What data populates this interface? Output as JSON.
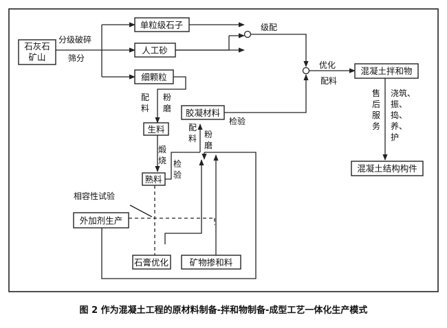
{
  "nodes": {
    "limestone_mine": [
      "石灰石",
      "矿山"
    ],
    "single_grain_stone": "单粒级石子",
    "artificial_sand": "人工砂",
    "fine_particles": "细颗粒",
    "cementitious_material": "胶凝材料",
    "concrete_mixture": "混凝土拌和物",
    "raw_meal": "生料",
    "clinker": "熟料",
    "admixture_production": "外加剂生产",
    "gypsum_optimization": "石膏优化",
    "mineral_admixture": "矿物掺和料",
    "concrete_member": "混凝土结构构件"
  },
  "labels": {
    "crushing_grading": "分级破碎",
    "screening": "筛分",
    "gradation": "级配",
    "optimization": "优化",
    "proportioning": "配料",
    "batching_1": [
      "配",
      "料"
    ],
    "grinding_1": [
      "粉",
      "磨"
    ],
    "calcining": [
      "煅",
      "烧"
    ],
    "testing_1": [
      "检",
      "验"
    ],
    "batching_2": [
      "配",
      "料"
    ],
    "grinding_2": [
      "粉",
      "磨"
    ],
    "testing_2": "检验",
    "after_sales": [
      "售",
      "后",
      "服",
      "务"
    ],
    "placing": [
      "浇筑、",
      "振、",
      "捣、",
      "养、",
      "护"
    ],
    "compatibility_test": "相容性试验"
  },
  "caption": "图 2   作为混凝土工程的原材料制备-拌和物制备-成型工艺一体化生产模式"
}
